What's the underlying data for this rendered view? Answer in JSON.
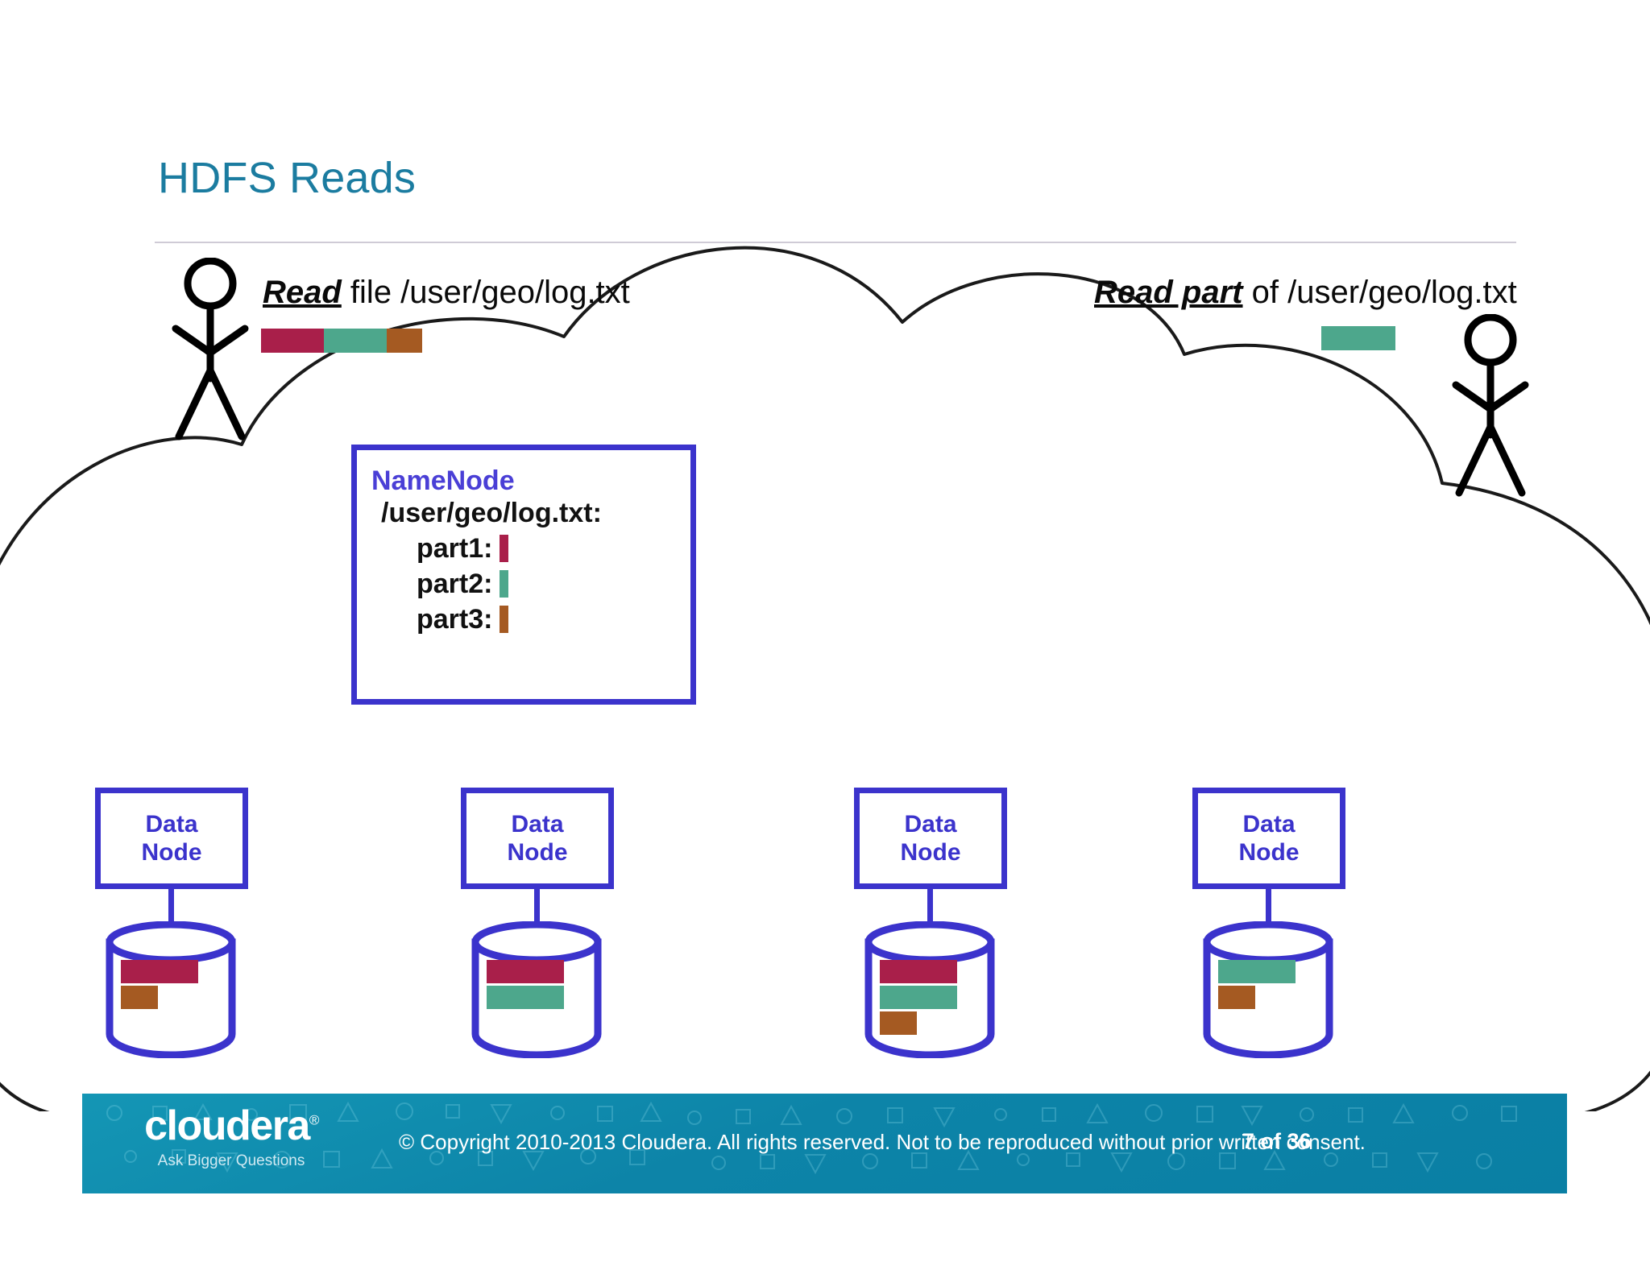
{
  "slide": {
    "title": "HDFS Reads",
    "title_color": "#1B7CA0"
  },
  "colors": {
    "part1": "#A91F4A",
    "part2": "#4DA78C",
    "part3": "#A55A22",
    "node_blue": "#3B33CC",
    "namenode_label": "#4A3FD6",
    "footer_teal": "#0d84a8",
    "cloud_outline": "#1a1a1a"
  },
  "actors": {
    "left": {
      "callout_emphasis": "Read",
      "callout_rest": " file /user/geo/log.txt",
      "bar_segments": [
        {
          "name": "part1",
          "color": "#A91F4A",
          "width": 78
        },
        {
          "name": "part2",
          "color": "#4DA78C",
          "width": 78
        },
        {
          "name": "part3",
          "color": "#A55A22",
          "width": 44
        }
      ]
    },
    "right": {
      "callout_emphasis": "Read part",
      "callout_rest": " of /user/geo/log.txt",
      "bar_segments": [
        {
          "name": "part2",
          "color": "#4DA78C",
          "width": 92
        }
      ]
    }
  },
  "namenode": {
    "title": "NameNode",
    "path": "/user/geo/log.txt:",
    "parts": [
      {
        "label": "part1:",
        "color": "#A91F4A"
      },
      {
        "label": "part2:",
        "color": "#4DA78C"
      },
      {
        "label": "part3:",
        "color": "#A55A22"
      }
    ]
  },
  "datanodes": [
    {
      "label_line1": "Data",
      "label_line2": "Node",
      "blocks": [
        {
          "name": "part1",
          "color": "#A91F4A",
          "width": 96
        },
        {
          "name": "part3",
          "color": "#A55A22",
          "width": 46
        }
      ]
    },
    {
      "label_line1": "Data",
      "label_line2": "Node",
      "blocks": [
        {
          "name": "part1",
          "color": "#A91F4A",
          "width": 96
        },
        {
          "name": "part2",
          "color": "#4DA78C",
          "width": 96
        }
      ]
    },
    {
      "label_line1": "Data",
      "label_line2": "Node",
      "blocks": [
        {
          "name": "part1",
          "color": "#A91F4A",
          "width": 96
        },
        {
          "name": "part2",
          "color": "#4DA78C",
          "width": 96
        },
        {
          "name": "part3",
          "color": "#A55A22",
          "width": 46
        }
      ]
    },
    {
      "label_line1": "Data",
      "label_line2": "Node",
      "blocks": [
        {
          "name": "part2",
          "color": "#4DA78C",
          "width": 96
        },
        {
          "name": "part3",
          "color": "#A55A22",
          "width": 46
        }
      ]
    }
  ],
  "footer": {
    "brand": "cloudera",
    "brand_mark": "®",
    "tagline": "Ask Bigger Questions",
    "copyright": "© Copyright 2010-2013 Cloudera. All rights reserved. Not to be reproduced without prior written consent.",
    "page": "7 of 36"
  }
}
